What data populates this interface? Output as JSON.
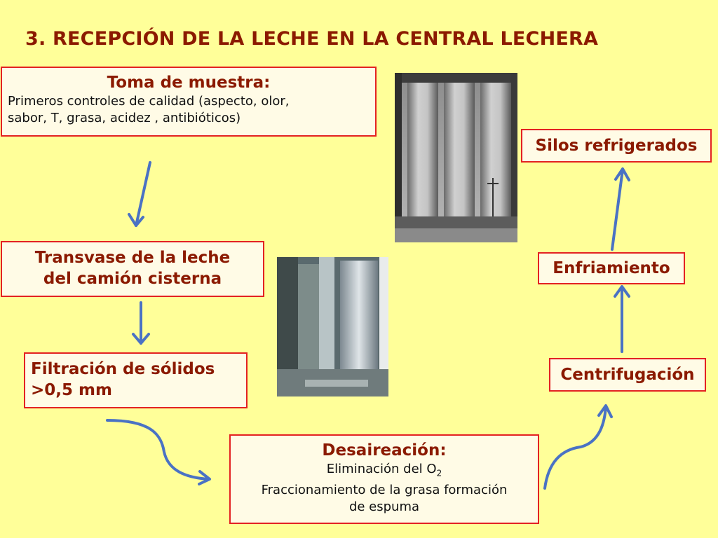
{
  "title": "3. RECEPCIÓN DE LA LECHE EN LA CENTRAL LECHERA",
  "colors": {
    "background": "#ffff99",
    "box_fill": "#fffbe6",
    "box_border": "#e32222",
    "heading_text": "#8b1a00",
    "arrow": "#4a72c4"
  },
  "boxes": {
    "toma": {
      "heading": "Toma de muestra:",
      "line1": "Primeros controles de calidad (aspecto, olor,",
      "line2": "sabor, T, grasa, acidez , antibióticos)"
    },
    "transvase": {
      "line1": "Transvase de la leche",
      "line2": "del camión cisterna"
    },
    "filtracion": {
      "line1": "Filtración de sólidos",
      "line2": ">0,5 mm"
    },
    "desaireacion": {
      "heading": "Desaireación:",
      "line1_prefix": "Eliminación del O",
      "line1_sub": "2",
      "line2": "Fraccionamiento de la grasa formación",
      "line3": "de espuma"
    },
    "centrifugacion": {
      "label": "Centrifugación"
    },
    "enfriamiento": {
      "label": "Enfriamiento"
    },
    "silos": {
      "label": "Silos refrigerados"
    }
  }
}
